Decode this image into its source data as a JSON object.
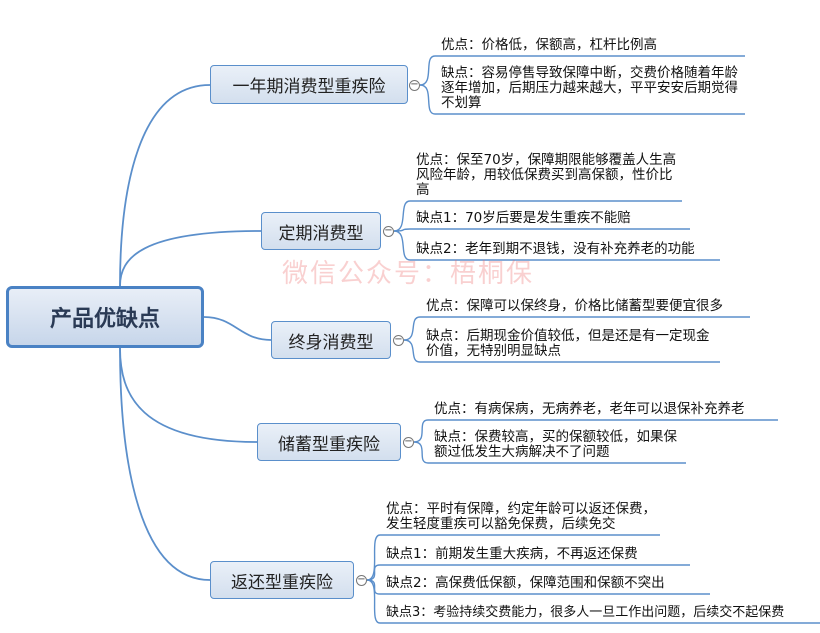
{
  "root": {
    "label": "产品优缺点"
  },
  "watermark": "微信公众号：梧桐保",
  "branches": [
    {
      "label": "一年期消费型重疾险",
      "items": [
        "优点：价格低，保额高，杠杆比例高",
        "缺点：容易停售导致保障中断，交费价格随着年龄逐年增加，后期压力越来越大，平平安安后期觉得不划算"
      ]
    },
    {
      "label": "定期消费型",
      "items": [
        "优点：保至70岁，保障期限能够覆盖人生高风险年龄，用较低保费买到高保额，性价比高",
        "缺点1：70岁后要是发生重疾不能赔",
        "缺点2：老年到期不退钱，没有补充养老的功能"
      ]
    },
    {
      "label": "终身消费型",
      "items": [
        "优点：保障可以保终身，价格比储蓄型要便宜很多",
        "缺点：后期现金价值较低，但是还是有一定现金价值，无特别明显缺点"
      ]
    },
    {
      "label": "储蓄型重疾险",
      "items": [
        "优点：有病保病，无病养老，老年可以退保补充养老",
        "缺点：保费较高，买的保额较低，如果保额过低发生大病解决不了问题"
      ]
    },
    {
      "label": "返还型重疾险",
      "items": [
        "优点：平时有保障，约定年龄可以返还保费，发生轻度重疾可以豁免保费，后续免交",
        "缺点1：前期发生重大疾病，不再返还保费",
        "缺点2：高保费低保额，保障范围和保额不突出",
        "缺点3：考验持续交费能力，很多人一旦工作出问题，后续交不起保费"
      ]
    }
  ],
  "colors": {
    "line": "#5b8fcb",
    "root_border": "#4a82c4"
  }
}
